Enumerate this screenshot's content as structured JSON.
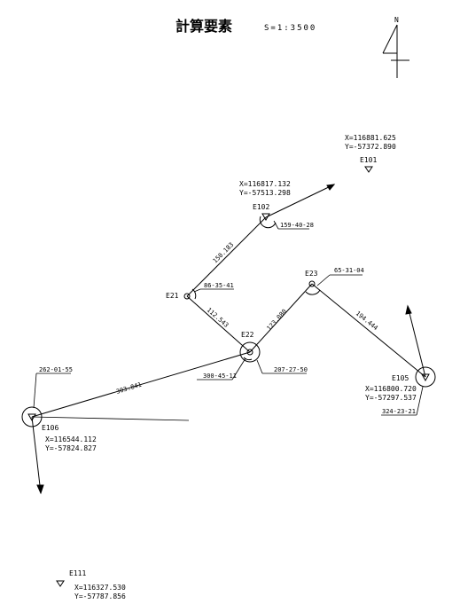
{
  "title": "計算要素",
  "scale": "S=1:3500",
  "north_label": "N",
  "points": {
    "E101": {
      "name": "E101",
      "x_label": "X=116881.625",
      "y_label": "Y=-57372.890"
    },
    "E102": {
      "name": "E102",
      "x_label": "X=116817.132",
      "y_label": "Y=-57513.298",
      "angle": "159-40-28"
    },
    "E21": {
      "name": "E21",
      "angle": "86-35-41"
    },
    "E22": {
      "name": "E22",
      "angle_a": "207-27-50",
      "angle_b": "300-45-11"
    },
    "E23": {
      "name": "E23",
      "angle": "65-31-04"
    },
    "E105": {
      "name": "E105",
      "x_label": "X=116800.720",
      "y_label": "Y=-57297.537",
      "angle": "324-23-21"
    },
    "E106": {
      "name": "E106",
      "x_label": "X=116544.112",
      "y_label": "Y=-57824.827",
      "angle": "262-01-55"
    },
    "E111": {
      "name": "E111",
      "x_label": "X=116327.530",
      "y_label": "Y=-57787.856"
    }
  },
  "distances": {
    "e21_e102": "150.183",
    "e21_e22": "112.543",
    "e22_e23": "123.080",
    "e23_e105": "194.444",
    "e106_e22": "303.841"
  }
}
